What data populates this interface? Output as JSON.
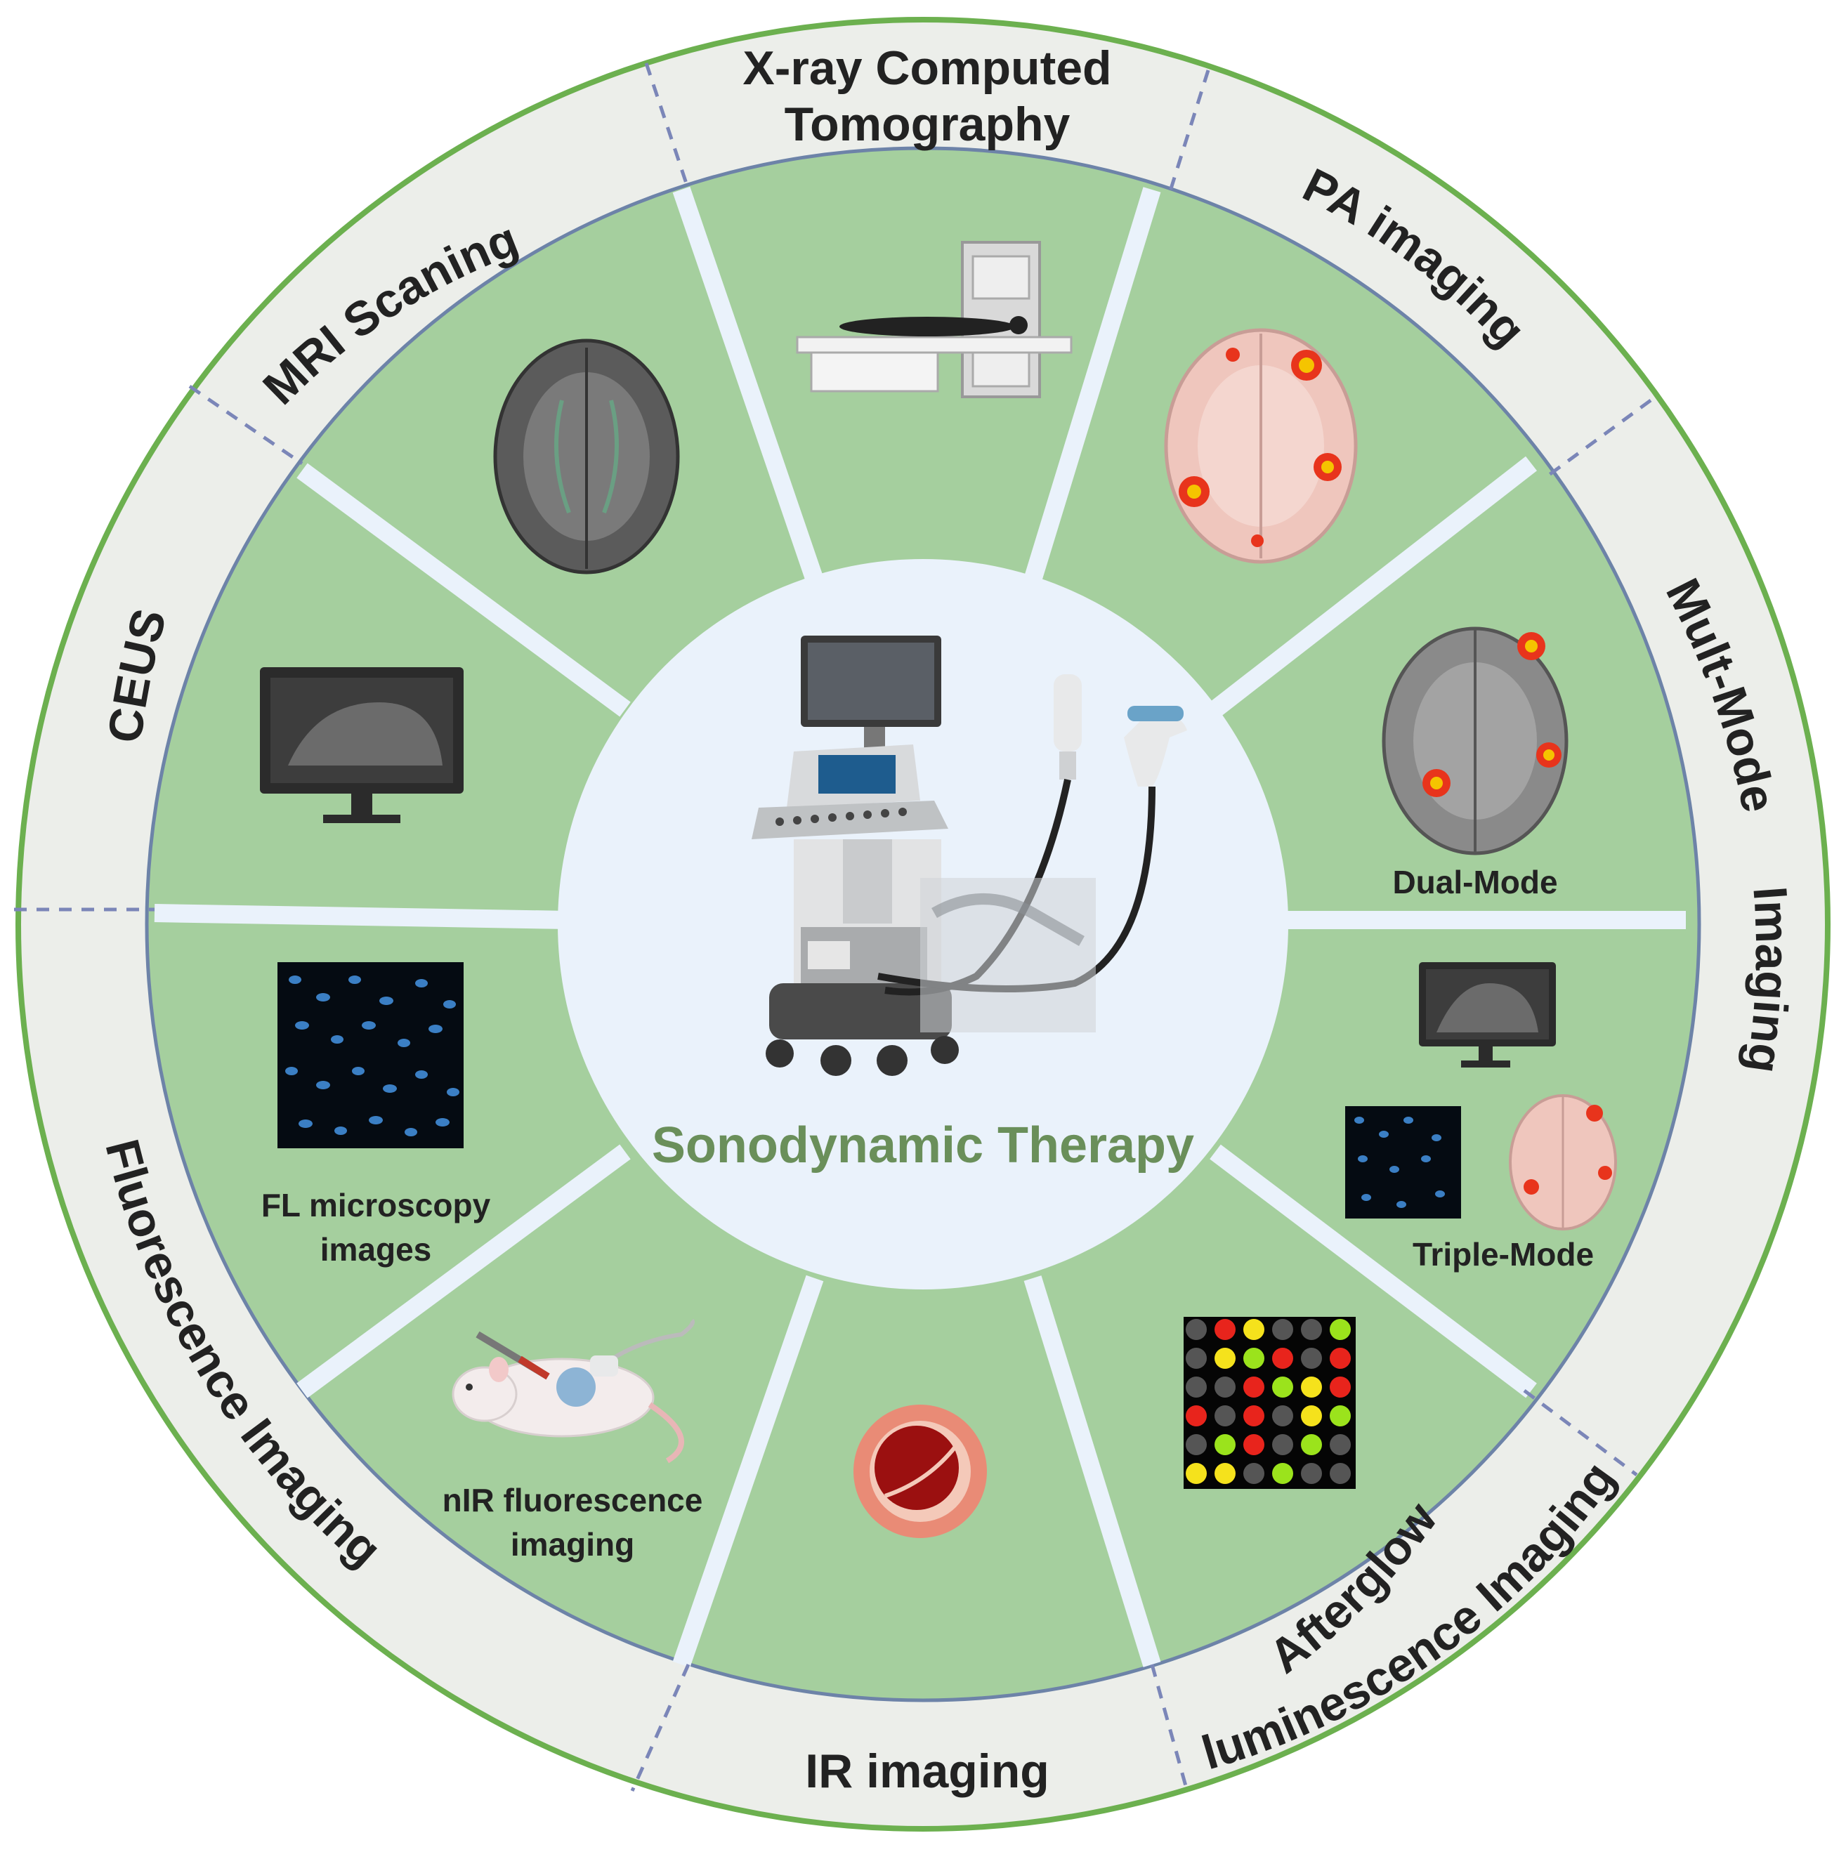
{
  "center": {
    "title": "Sonodynamic Therapy"
  },
  "outer_ring": {
    "labels": {
      "xray_line1": "X-ray Computed",
      "xray_line2": "Tomography",
      "pa": "PA imaging",
      "multmode_line1": "Mult-Mode",
      "multmode_line2": "Imaging",
      "afterglow_line1": "Afterglow",
      "afterglow_line2": "luminescence Imaging",
      "ir": "IR imaging",
      "fluorescence": "Fluorescence Imaging",
      "ceus": "CEUS",
      "mri": "MRI Scaning"
    }
  },
  "inner_sectors": {
    "dual_mode": "Dual-Mode",
    "triple_mode": "Triple-Mode",
    "fl_microscopy_line1": "FL microscopy",
    "fl_microscopy_line2": "images",
    "nir_line1": "nIR fluorescence",
    "nir_line2": "imaging"
  },
  "colors": {
    "sector_fill": "#a5cf9e",
    "ring_fill": "#eceeea",
    "center_fill": "#eaf2fb",
    "outer_border": "#6cb04f",
    "title_green": "#6a8f5a",
    "divider_dash": "#7b86b8"
  }
}
